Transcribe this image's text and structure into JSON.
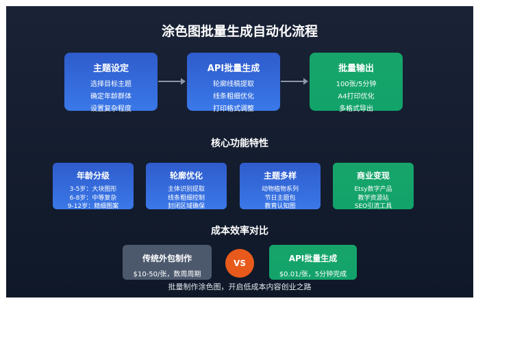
{
  "title": "涂色图批量生成自动化流程",
  "flow": [
    {
      "title": "主题设定",
      "lines": [
        "选择目标主题",
        "确定年龄群体",
        "设置复杂程度"
      ]
    },
    {
      "title": "API批量生成",
      "lines": [
        "轮廓线稿提取",
        "线条粗细优化",
        "打印格式调整"
      ]
    },
    {
      "title": "批量输出",
      "lines": [
        "100张/5分钟",
        "A4打印优化",
        "多格式导出"
      ]
    }
  ],
  "features_heading": "核心功能特性",
  "features": [
    {
      "title": "年龄分级",
      "lines": [
        "3-5岁：大块图形",
        "6-8岁：中等复杂",
        "9-12岁：精细图案"
      ]
    },
    {
      "title": "轮廓优化",
      "lines": [
        "主体识别提取",
        "线条粗细控制",
        "封闭区域确保"
      ]
    },
    {
      "title": "主题多样",
      "lines": [
        "动物植物系列",
        "节日主题包",
        "教育认知图"
      ]
    },
    {
      "title": "商业变现",
      "lines": [
        "Etsy数字产品",
        "教学资源站",
        "SEO引流工具"
      ]
    }
  ],
  "compare_heading": "成本效率对比",
  "compare": {
    "traditional": {
      "title": "传统外包制作",
      "detail": "$10-50/张，数周周期"
    },
    "vs": "VS",
    "api": {
      "title": "API批量生成",
      "detail": "$0.01/张，5分钟完成"
    }
  },
  "footer": "批量制作涂色图，开启低成本内容创业之路",
  "colors": {
    "background": "#141d2f",
    "blue": "#3a78e8",
    "green": "#12a36a",
    "gray": "#4c596d",
    "vs": "#e85a1c"
  }
}
